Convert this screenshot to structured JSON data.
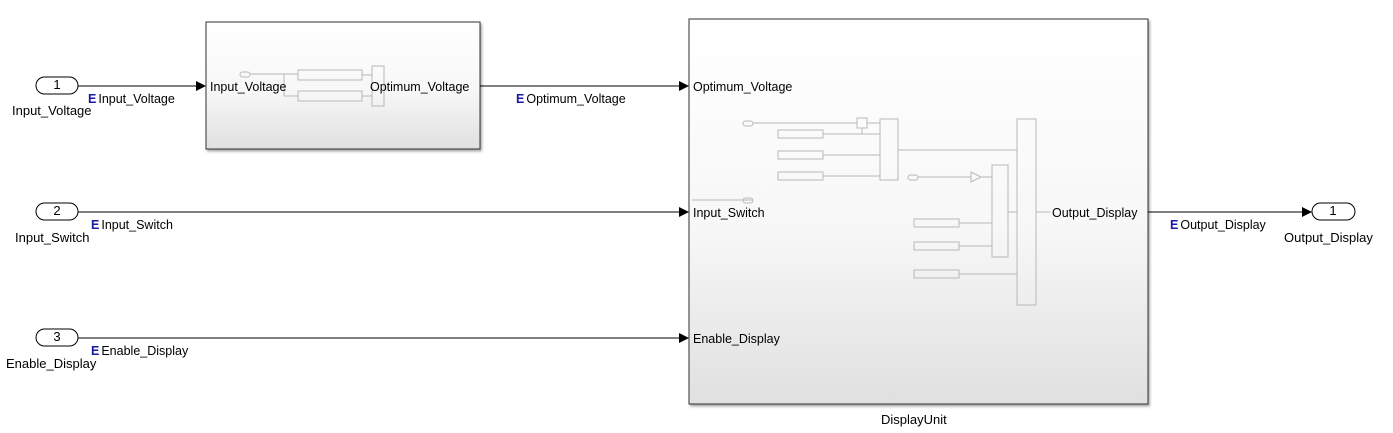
{
  "inports": [
    {
      "number": "1",
      "name": "Input_Voltage",
      "signal": "Input_Voltage"
    },
    {
      "number": "2",
      "name": "Input_Switch",
      "signal": "Input_Switch"
    },
    {
      "number": "3",
      "name": "Enable_Display",
      "signal": "Enable_Display"
    }
  ],
  "outports": [
    {
      "number": "1",
      "name": "Output_Display",
      "signal": "Output_Display"
    }
  ],
  "subsystem1": {
    "input_port": "Input_Voltage",
    "output_port": "Optimum_Voltage",
    "output_signal": "Optimum_Voltage"
  },
  "display_unit": {
    "name": "DisplayUnit",
    "input_ports": [
      "Optimum_Voltage",
      "Input_Switch",
      "Enable_Display"
    ],
    "output_port": "Output_Display"
  },
  "signal_marker": "E",
  "colors": {
    "line": "#000000",
    "block_border": "#333333",
    "block_gradient_top": "#ffffff",
    "block_gradient_bottom": "#e2e2e2",
    "signal_marker": "#1a1aa6",
    "inner_diagram": "#b8b8b8"
  }
}
